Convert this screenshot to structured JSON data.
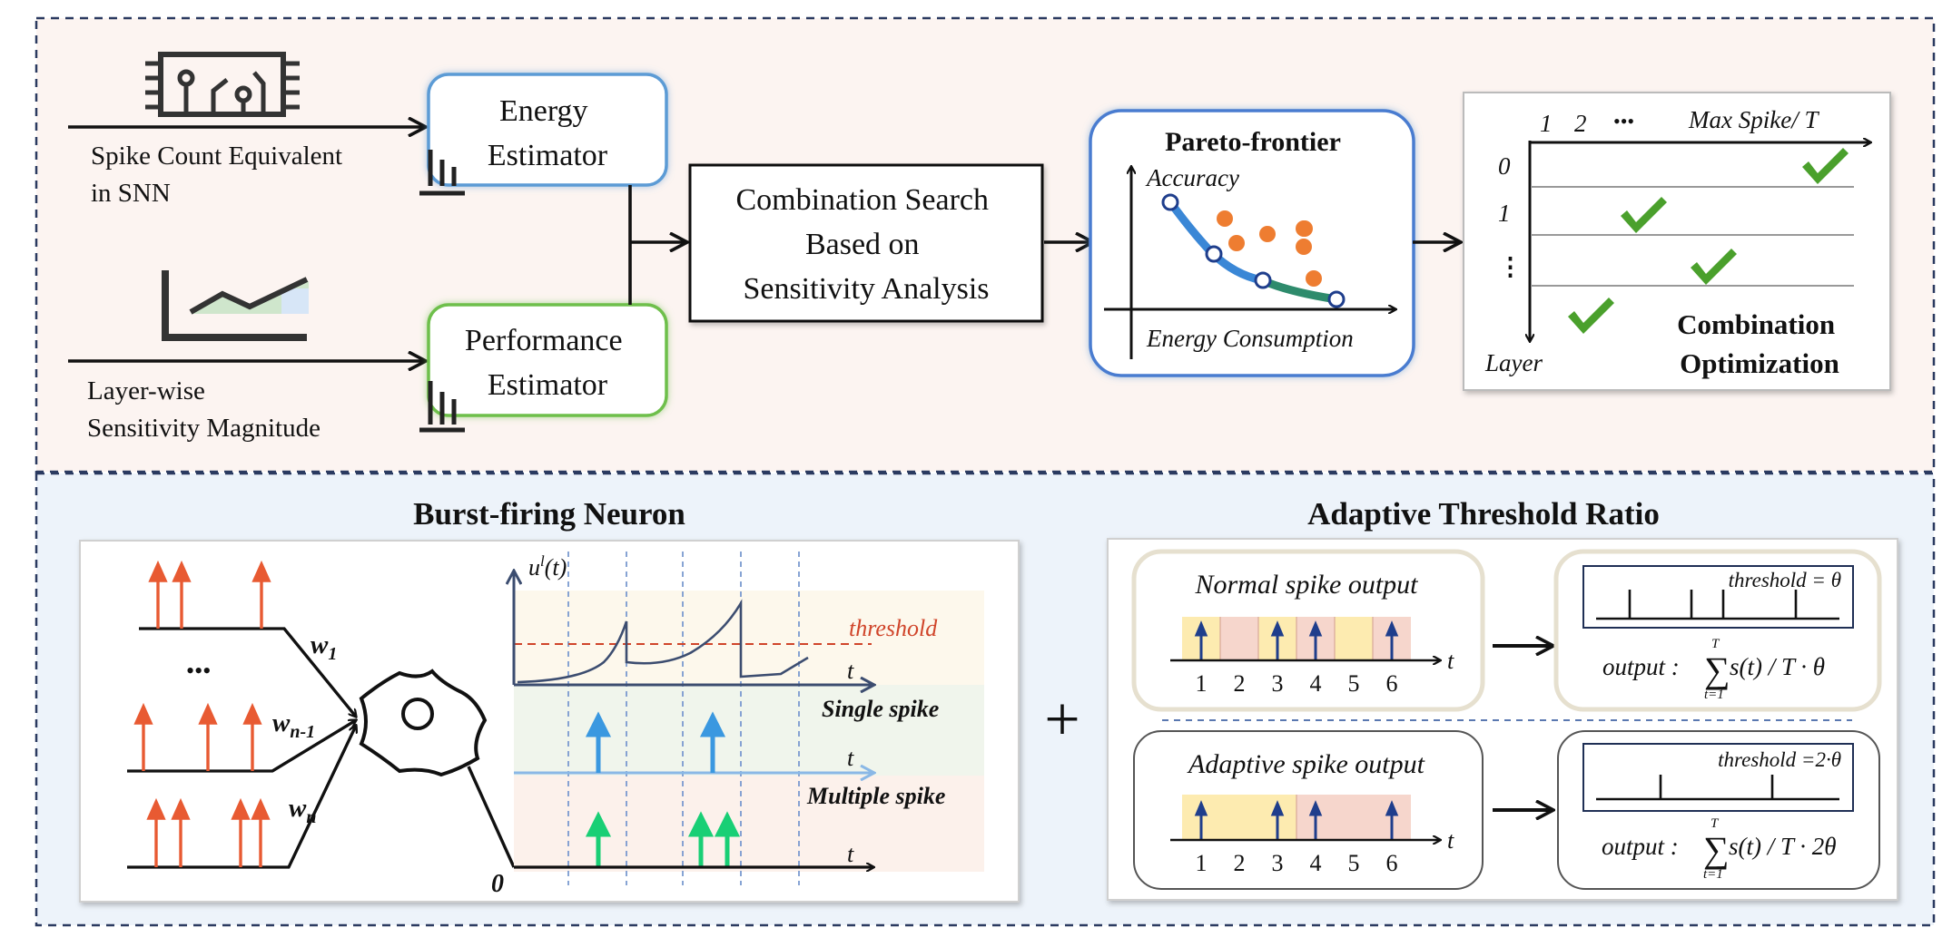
{
  "top": {
    "input1_label": [
      "Spike Count Equivalent",
      "in SNN"
    ],
    "input2_label": [
      "Layer-wise",
      "Sensitivity Magnitude"
    ],
    "energy_estimator": [
      "Energy",
      "Estimator"
    ],
    "performance_estimator": [
      "Performance",
      "Estimator"
    ],
    "combination_search": [
      "Combination Search",
      "Based on",
      "Sensitivity Analysis"
    ],
    "pareto": {
      "title": "Pareto-frontier",
      "y_label": "Accuracy",
      "x_label": "Energy Consumption"
    },
    "optimization": {
      "col_labels": [
        "1",
        "2",
        "•••"
      ],
      "max_label": "Max Spike/ T",
      "row_labels": [
        "0",
        "1",
        "⋮"
      ],
      "y_label": "Layer",
      "title": [
        "Combination",
        "Optimization"
      ]
    }
  },
  "burst": {
    "title": "Burst-firing Neuron",
    "weights": [
      "w",
      "1",
      "w",
      "n-1",
      "w",
      "n"
    ],
    "dots": "•••",
    "u_label": "u",
    "u_sup": "l",
    "u_arg": "(t)",
    "threshold_label": "threshold",
    "t_label": "t",
    "single_spike": "Single spike",
    "multiple_spike": "Multiple spike",
    "zero_label": "0"
  },
  "plus": "+",
  "adaptive": {
    "title": "Adaptive Threshold Ratio",
    "normal_title": "Normal spike output",
    "adaptive_title": "Adaptive spike output",
    "ticks": [
      "1",
      "2",
      "3",
      "4",
      "5",
      "6"
    ],
    "t_label": "t",
    "normal_threshold": "threshold = θ",
    "adaptive_threshold": "threshold =2·θ",
    "output_prefix": "output :",
    "sum_top": "T",
    "sum_bottom": "t=1",
    "normal_output_tail": "s(t) / T · θ",
    "adaptive_output_tail": "s(t) / T · 2θ"
  },
  "colors": {
    "top_bg": "#fcf4f1",
    "bottom_bg": "#edf3fa",
    "dash_border": "#2b3a60",
    "energy_border": "#5b9bd5",
    "performance_border": "#6ebf4b",
    "pareto_border": "#4a7bd0",
    "orange": "#ee7d31",
    "check_green": "#4aa02c",
    "red_spike": "#e85a32",
    "blue_spike": "#3a98e0",
    "green_spike": "#19cf75",
    "navy": "#1f3e8c",
    "threshold_red": "#d0452a"
  }
}
